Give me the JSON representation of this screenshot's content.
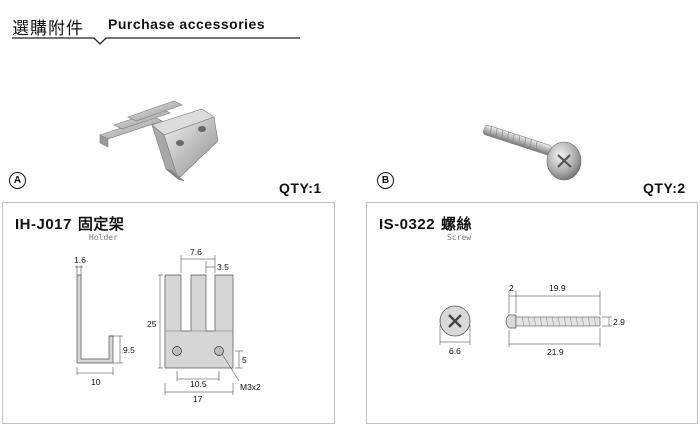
{
  "header": {
    "title_zh": "選購附件",
    "title_en": "Purchase accessories"
  },
  "items": [
    {
      "badge": "A",
      "qty": "QTY:1",
      "code": "IH-J017",
      "name_zh": "固定架",
      "name_en": "Holder",
      "dims": {
        "thickness": "1.6",
        "spacing": "7.6",
        "slot": "3.5",
        "height": "25",
        "leg": "9.5",
        "depth": "10",
        "hole_offset": "5",
        "hole_span": "10.5",
        "width": "17",
        "screw": "M3x2"
      }
    },
    {
      "badge": "B",
      "qty": "QTY:2",
      "code": "IS-0322",
      "name_zh": "螺絲",
      "name_en": "Screw",
      "dims": {
        "head_length": "2",
        "shaft_length": "19.9",
        "diameter": "2.9",
        "head_dia": "6.6",
        "total_length": "21.9"
      }
    }
  ]
}
